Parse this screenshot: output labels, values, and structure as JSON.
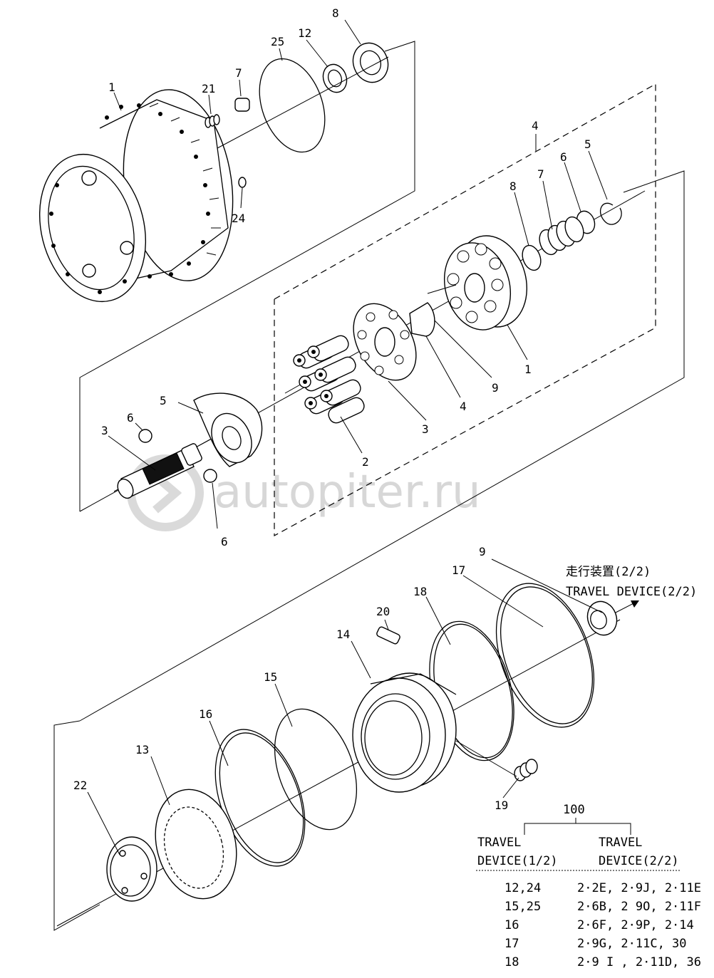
{
  "watermark": "autopiter.ru",
  "upper_group": {
    "housing_callouts": [
      "1",
      "21",
      "7",
      "25",
      "12",
      "8",
      "24"
    ],
    "assembly_callout": "4",
    "rotor_callouts": [
      "8",
      "7",
      "6",
      "5",
      "1",
      "9",
      "4",
      "3",
      "2"
    ],
    "shaft_callouts": [
      "5",
      "6",
      "3",
      "6"
    ]
  },
  "lower_group": {
    "callouts": [
      "9",
      "17",
      "18",
      "20",
      "14",
      "15",
      "16",
      "13",
      "22",
      "19"
    ],
    "continuation_jp": "走行装置(2/2)",
    "continuation_en": "TRAVEL DEVICE(2/2)"
  },
  "reference_table": {
    "group_number": "100",
    "col1_line1": "TRAVEL",
    "col1_line2": "DEVICE(1/2)",
    "col2_line1": "TRAVEL",
    "col2_line2": "DEVICE(2/2)",
    "rows": [
      {
        "part": "12,24",
        "refs": "2·2E, 2·9J,  2·11E"
      },
      {
        "part": "15,25",
        "refs": "2·6B, 2 9O,  2·11F"
      },
      {
        "part": "16",
        "refs": "2·6F, 2·9P,  2·14"
      },
      {
        "part": "17",
        "refs": "2·9G, 2·11C, 30"
      },
      {
        "part": "18",
        "refs": "2·9 I , 2·11D, 36"
      }
    ]
  }
}
